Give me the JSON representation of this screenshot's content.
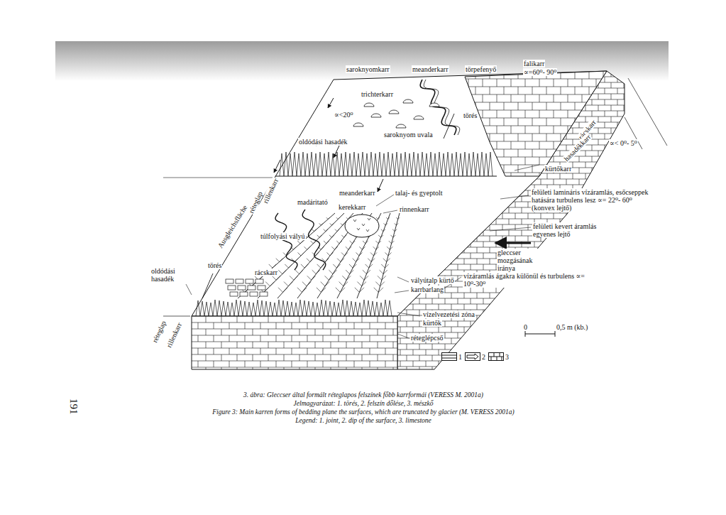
{
  "diagram": {
    "caption": "3. ábra: Gleccser által formált réteglapos felszínek főbb karrformái (VERESS M. 2001a)",
    "labels": [
      "saroknyomkarr",
      "meanderkarr",
      "törpefenyő",
      "falikarr",
      "∝=60⁰- 90⁰",
      "trichterkarr",
      "∝<20⁰",
      "törés",
      "saroknyom uvala",
      "oldódási hasadék",
      "rácskarr",
      "hasadékkarr",
      "∝< 0⁰- 5⁰",
      "kürtőkarr",
      "réteglap",
      "rillenkarr",
      "Ausgleichsfläche",
      "meanderkarr",
      "madáritató",
      "talaj- és gyeptolt",
      "kerekkarr",
      "rinnenkarr",
      "felületi lamináris vízáramlás, esőcseppek hatására turbulens lesz ∝= 22⁰- 60⁰ (konvex lejtő)",
      "felületi kevert áramlás egyenes lejtő",
      "gleccser mozgásának iránya",
      "túlfolyási vályú",
      "oldódási hasadék",
      "törés",
      "rácskarr",
      "vályútalp kürtő",
      "karrbarlang",
      "vízáramlás ágakra különül és turbulens ∝= 10⁰-30⁰",
      "vízelvezetési zóna",
      "kürtők",
      "réteglépcső",
      "réteglap",
      "rillenkarr",
      "0",
      "0,5 m (kb.)",
      "191",
      "Jelmagyarázat: 1. törés, 2. felszín dőlése, 3. mészkő",
      "Figure 3: Main karren forms of bedding plane the surfaces, which are truncated by glacier (M. VERESS 2001a)",
      "Legend: 1. joint, 2. dip of the surface, 3. limestone"
    ],
    "legend": [
      {
        "text": "1"
      },
      {
        "text": "2"
      },
      {
        "text": "3"
      }
    ]
  }
}
